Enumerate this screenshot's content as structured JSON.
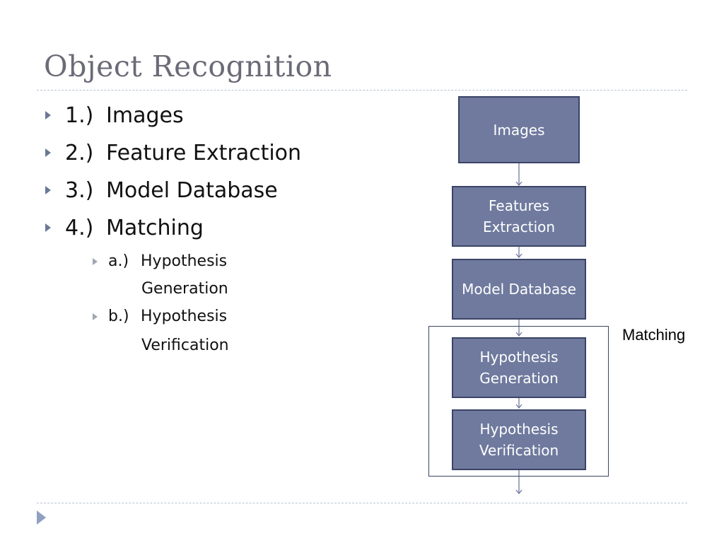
{
  "slide": {
    "title": "Object Recognition",
    "bullets": [
      {
        "num": "1.)",
        "text": "Images"
      },
      {
        "num": "2.)",
        "text": "Feature Extraction"
      },
      {
        "num": "3.)",
        "text": "Model Database"
      },
      {
        "num": "4.)",
        "text": "Matching"
      }
    ],
    "sub_bullets": [
      {
        "num": "a.)",
        "line1": "Hypothesis",
        "line2": "Generation"
      },
      {
        "num": "b.)",
        "line1": "Hypothesis",
        "line2": "Verification"
      }
    ]
  },
  "diagram": {
    "boxes": [
      {
        "id": "images",
        "lines": [
          "Images"
        ]
      },
      {
        "id": "features",
        "lines": [
          "Features",
          "Extraction"
        ]
      },
      {
        "id": "model",
        "lines": [
          "Model Database"
        ]
      },
      {
        "id": "hyp-gen",
        "lines": [
          "Hypothesis",
          "Generation"
        ]
      },
      {
        "id": "hyp-ver",
        "lines": [
          "Hypothesis",
          "Verification"
        ]
      }
    ],
    "group_label": "Matching",
    "colors": {
      "box_fill": "#6f7a9e",
      "box_border": "#3b4466",
      "arrow": "#6f7a9e"
    }
  }
}
